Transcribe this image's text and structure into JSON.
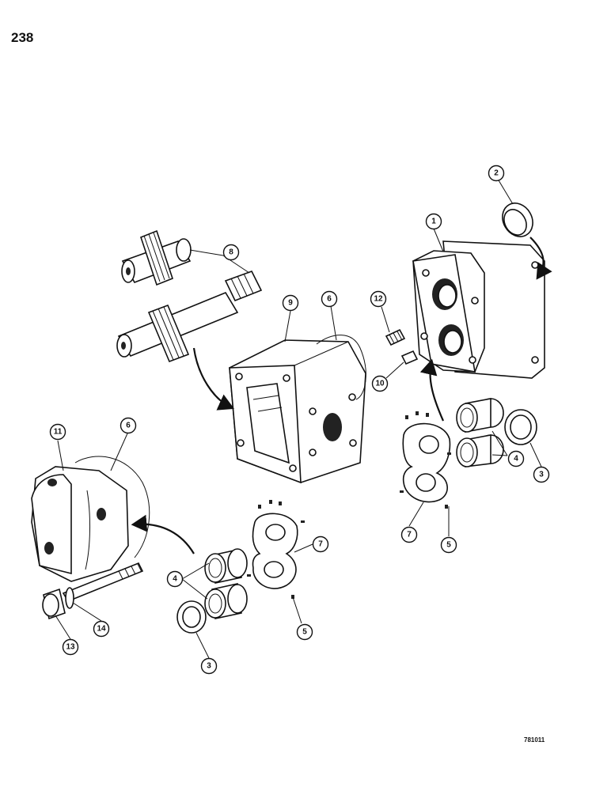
{
  "page": {
    "number": "238",
    "figure_code": "781011"
  },
  "callouts": [
    {
      "id": "c1",
      "label": "1"
    },
    {
      "id": "c2",
      "label": "2"
    },
    {
      "id": "c3a",
      "label": "3"
    },
    {
      "id": "c3b",
      "label": "3"
    },
    {
      "id": "c4a",
      "label": "4"
    },
    {
      "id": "c4b",
      "label": "4"
    },
    {
      "id": "c5a",
      "label": "5"
    },
    {
      "id": "c5b",
      "label": "5"
    },
    {
      "id": "c6a",
      "label": "6"
    },
    {
      "id": "c6b",
      "label": "6"
    },
    {
      "id": "c7a",
      "label": "7"
    },
    {
      "id": "c7b",
      "label": "7"
    },
    {
      "id": "c8",
      "label": "8"
    },
    {
      "id": "c9",
      "label": "9"
    },
    {
      "id": "c10",
      "label": "10"
    },
    {
      "id": "c11",
      "label": "11"
    },
    {
      "id": "c12",
      "label": "12"
    },
    {
      "id": "c13",
      "label": "13"
    },
    {
      "id": "c14",
      "label": "14"
    }
  ]
}
